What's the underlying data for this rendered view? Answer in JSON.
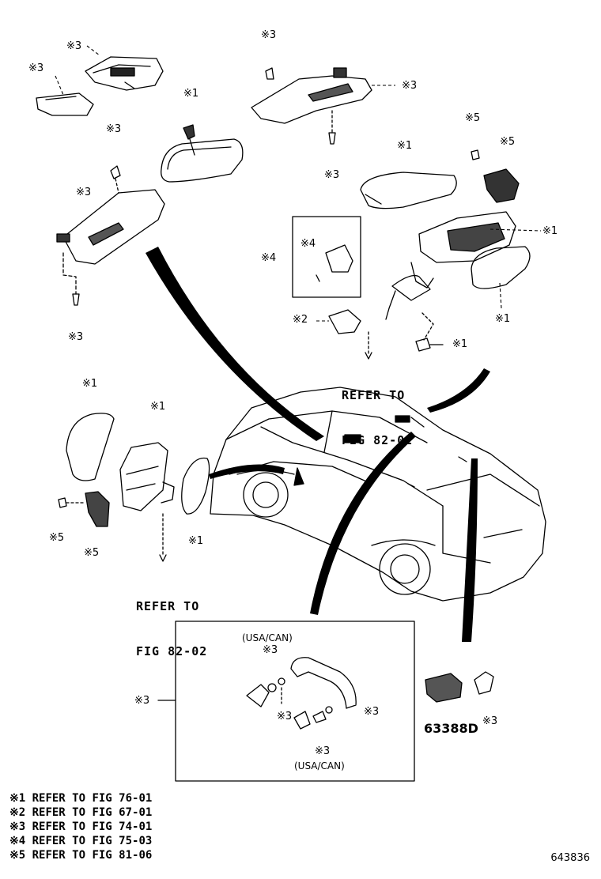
{
  "callouts": {
    "c1": "※1",
    "c2": "※2",
    "c3": "※3",
    "c4": "※4",
    "c5": "※5"
  },
  "refer_notes": {
    "upper": [
      "REFER TO",
      "FIG 82-02"
    ],
    "lower": [
      "REFER TO",
      "FIG 82-02"
    ]
  },
  "inset": {
    "region_label": "(USA/CAN)"
  },
  "part_number": "63388D",
  "legend": [
    "※1 REFER TO FIG 76-01",
    "※2 REFER TO FIG 67-01",
    "※3 REFER TO FIG 74-01",
    "※4 REFER TO FIG 75-03",
    "※5 REFER TO FIG 81-06"
  ],
  "figure_id": "643836"
}
